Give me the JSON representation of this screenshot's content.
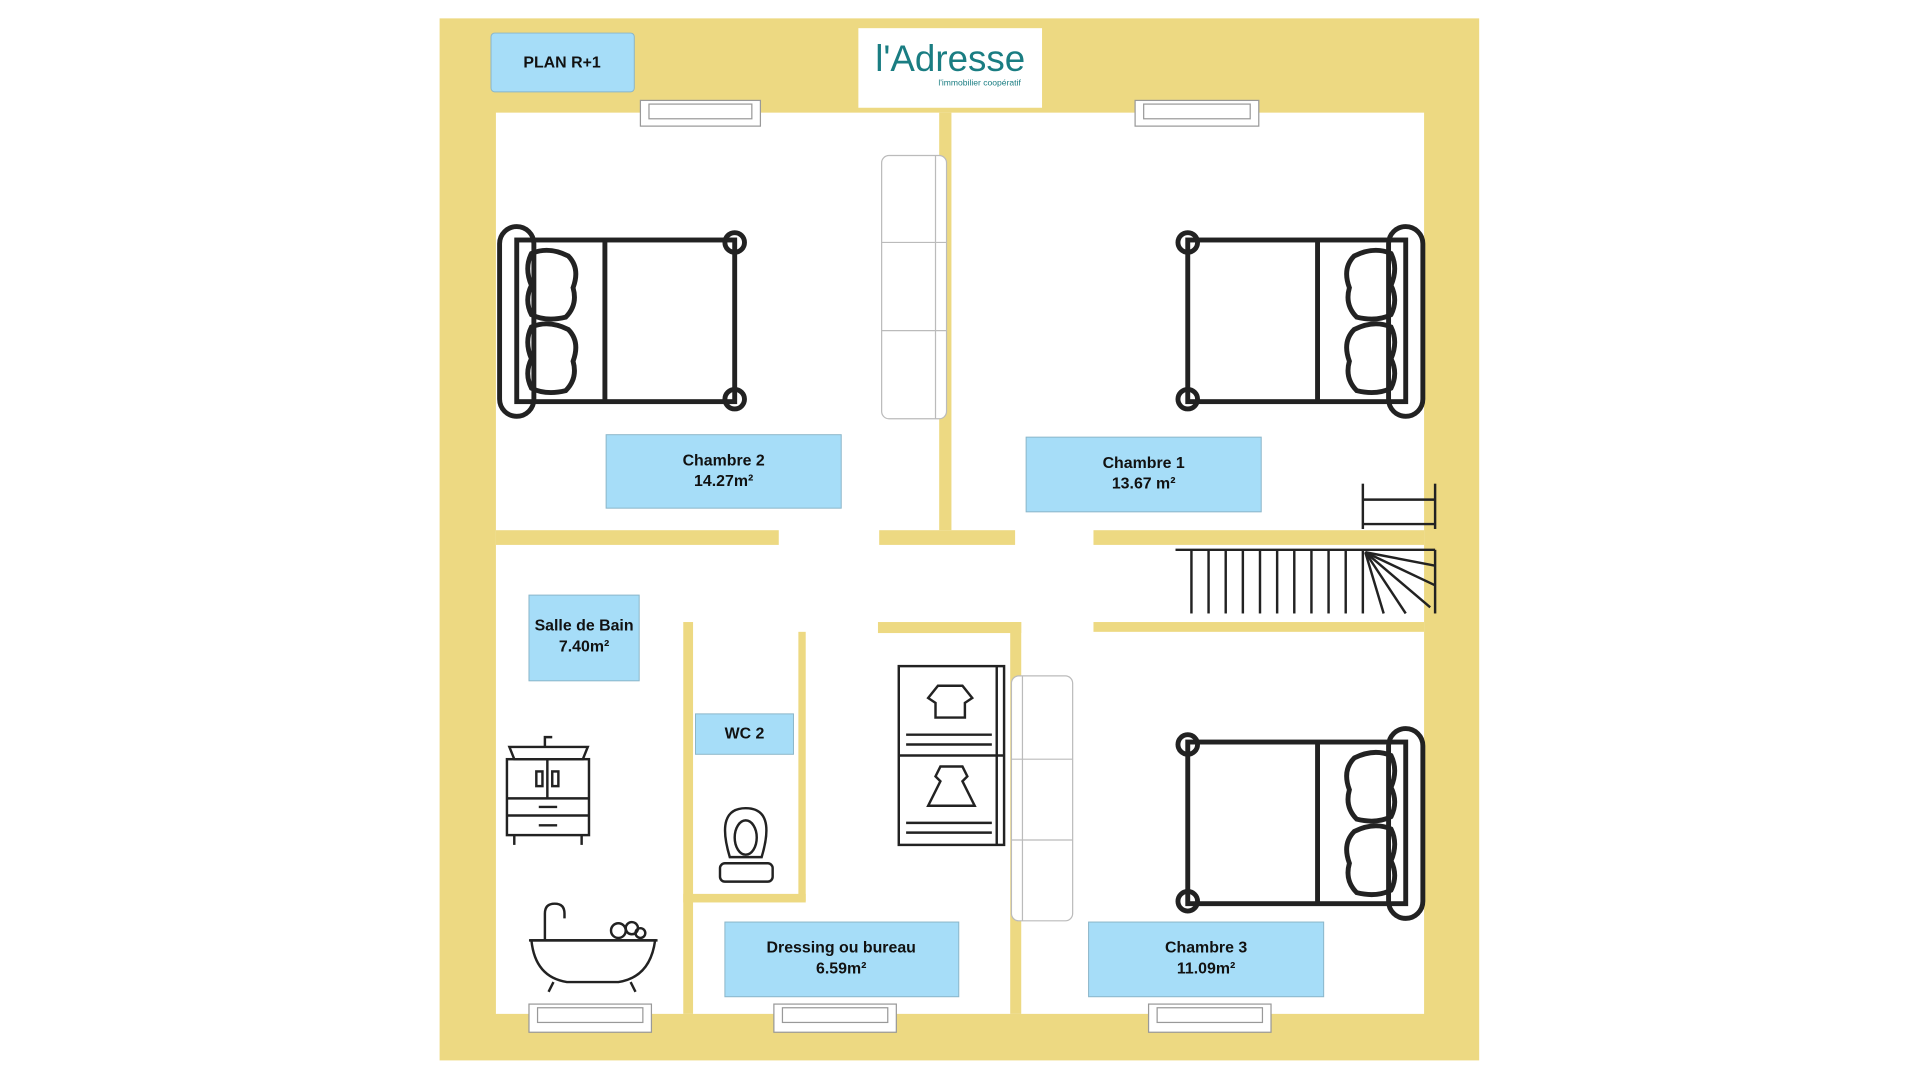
{
  "plan_title": "PLAN R+1",
  "logo": {
    "name": "l'Adresse",
    "tagline": "l'immobilier coopératif",
    "color": "#1a7d82"
  },
  "colors": {
    "wall": "#EDD982",
    "label_bg": "#A6DDF8"
  },
  "rooms": [
    {
      "name": "Chambre 2",
      "area": "14.27m²"
    },
    {
      "name": "Chambre 1",
      "area": "13.67 m²"
    },
    {
      "name": "Salle de Bain",
      "area": "7.40m²"
    },
    {
      "name": "WC 2",
      "area": ""
    },
    {
      "name": "Dressing ou bureau",
      "area": "6.59m²"
    },
    {
      "name": "Chambre 3",
      "area": "11.09m²"
    }
  ]
}
